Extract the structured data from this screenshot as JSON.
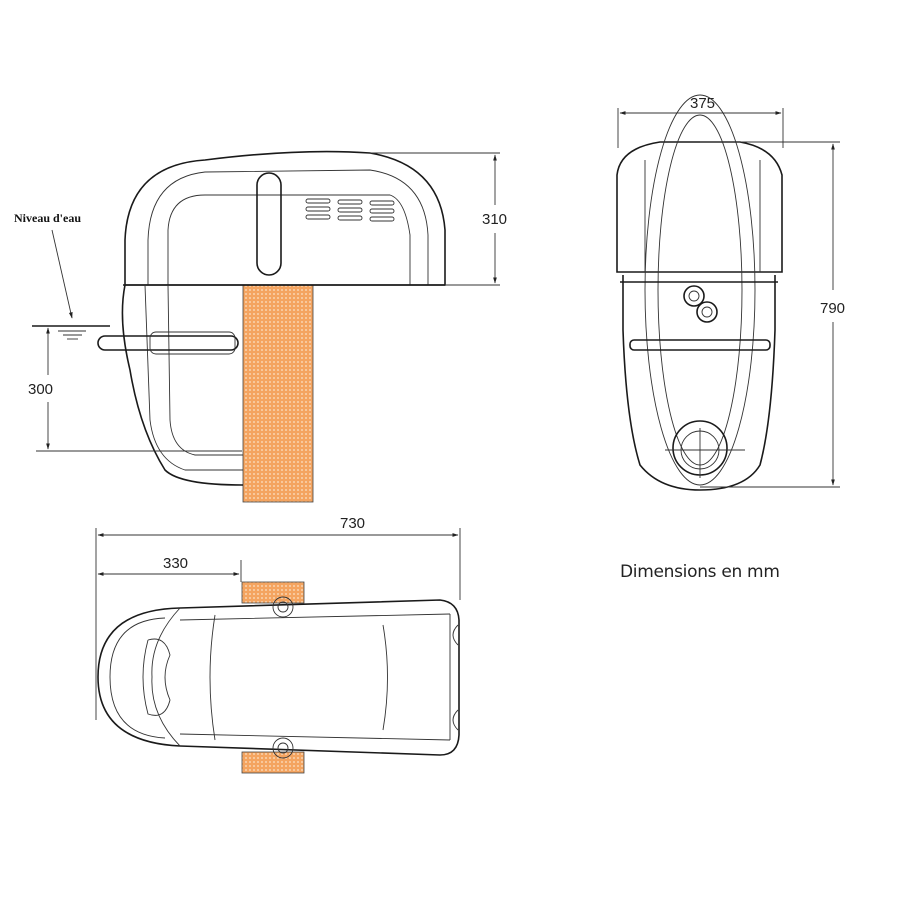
{
  "diagram": {
    "title_note": "Dimensions en  mm",
    "views": {
      "side_view": {
        "water_level_label": "Niveau d'eau",
        "height_top_dim": "310",
        "water_depth_dim": "300"
      },
      "front_view": {
        "width_dim": "375",
        "height_dim": "790"
      },
      "top_view": {
        "length_dim": "730",
        "offset_dim": "330"
      }
    },
    "colors": {
      "wall_fill": "#f4a460",
      "wall_dot": "#fce3c8",
      "line": "#1a1a1a"
    }
  }
}
